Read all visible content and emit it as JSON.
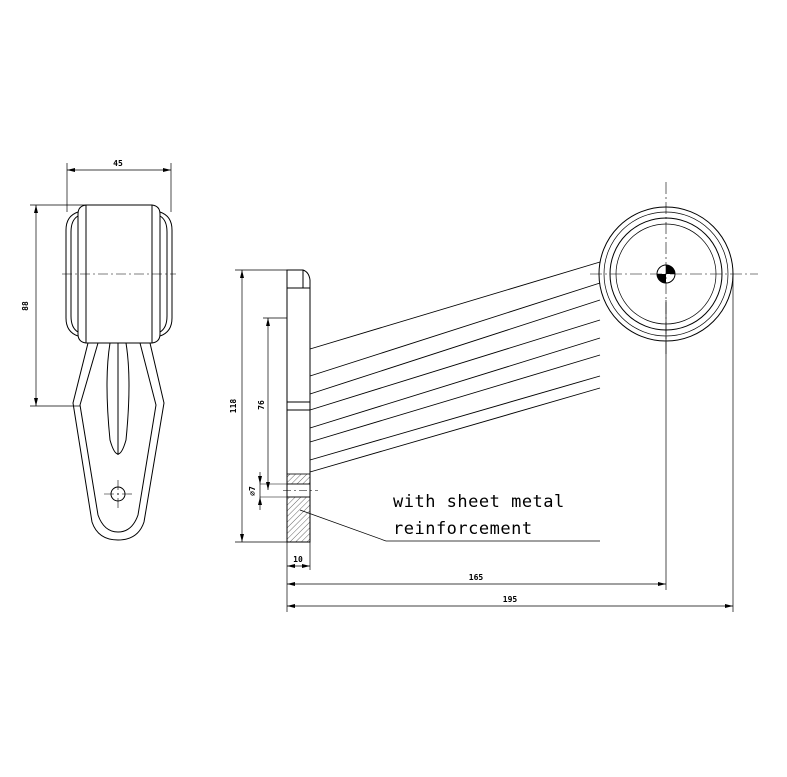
{
  "dimensions": {
    "width_side": "45",
    "height_side": "88",
    "height_total": "118",
    "hole_spacing": "76",
    "hole_diameter": "⌀7",
    "base_thickness": "10",
    "length_to_center": "165",
    "length_total": "195"
  },
  "note": {
    "line1": "with sheet metal",
    "line2": "reinforcement"
  },
  "colors": {
    "line": "#000000",
    "background": "#ffffff"
  }
}
